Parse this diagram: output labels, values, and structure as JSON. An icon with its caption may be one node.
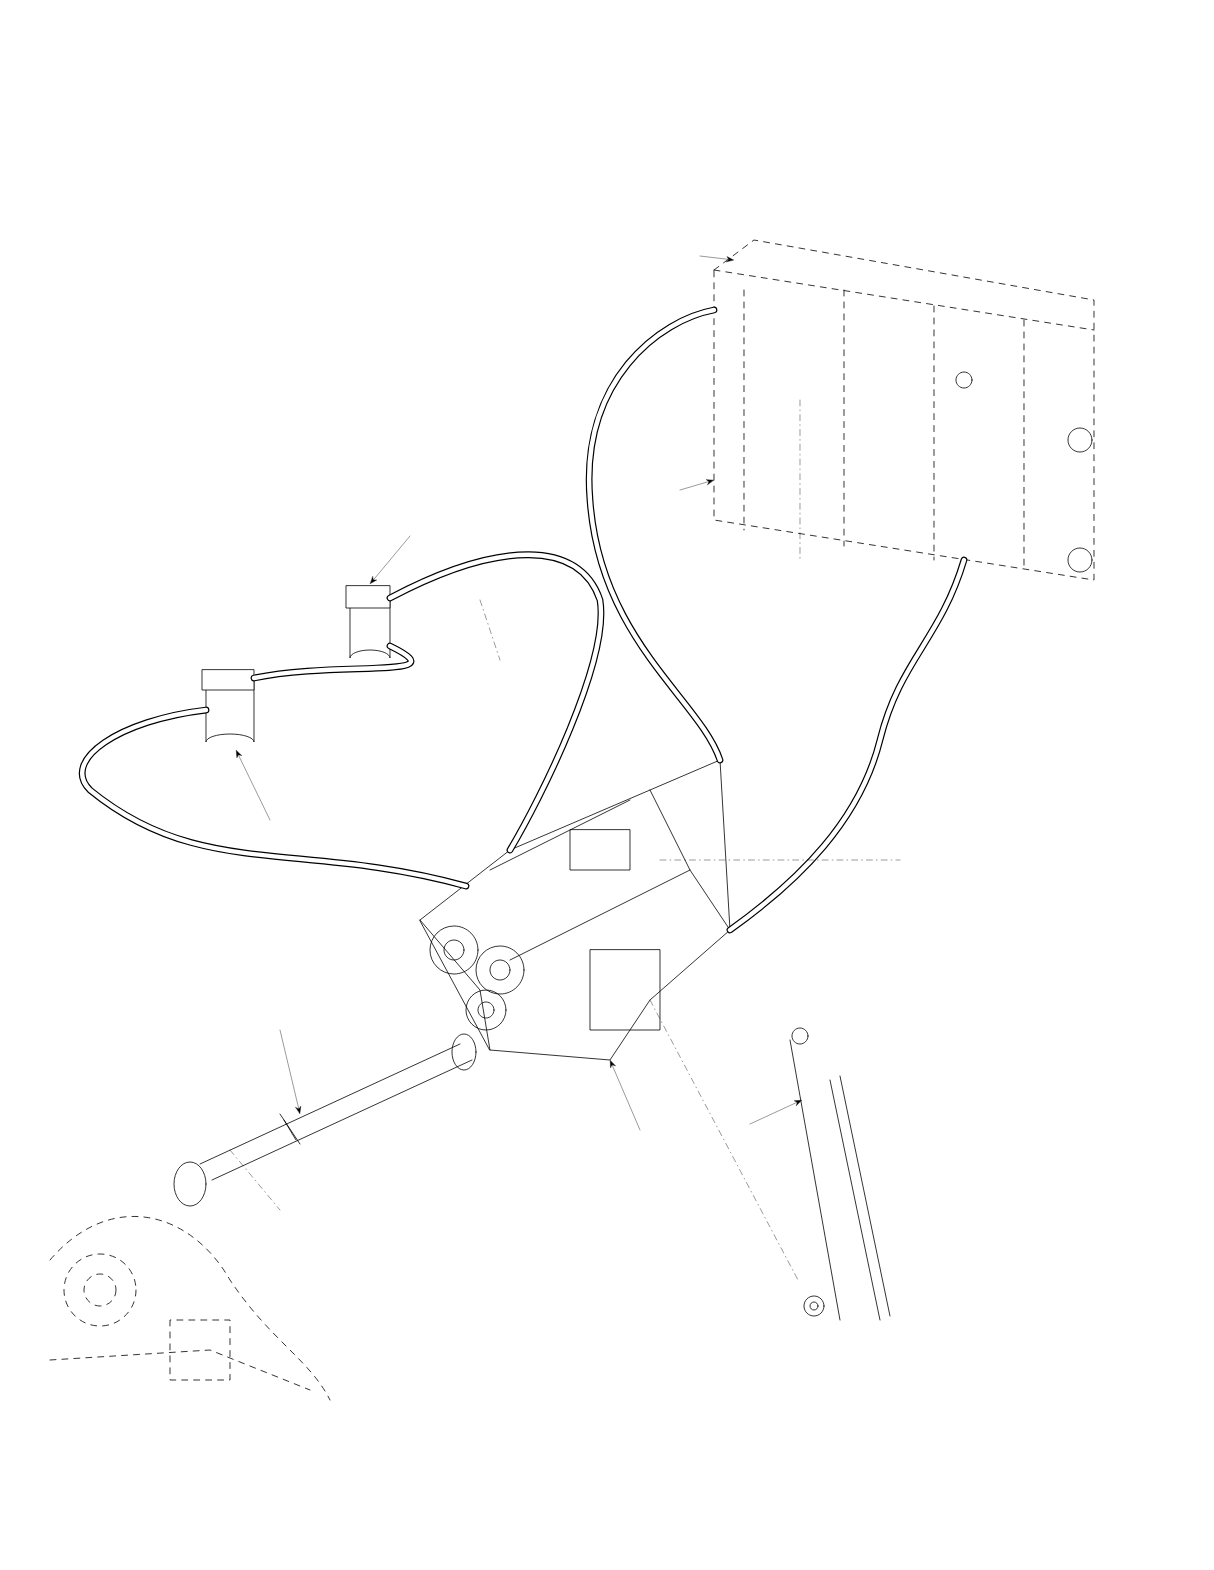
{
  "diagram": {
    "nodes": [
      {
        "text": [],
        "shape": "picture"
      },
      {
        "text": [],
        "shape": "picture"
      },
      {
        "text": [],
        "shape": "picture"
      },
      {
        "text": [],
        "shape": "picture"
      },
      {
        "text": [],
        "shape": "picture"
      },
      {
        "text": [],
        "shape": "picture"
      },
      {
        "text": [],
        "shape": "picture"
      }
    ],
    "edges": [
      {
        "from": 0,
        "to": 3,
        "arrow": "none",
        "style": "thick"
      },
      {
        "from": 0,
        "to": 3,
        "arrow": "none",
        "style": "thick"
      },
      {
        "from": 2,
        "to": 3,
        "arrow": "none",
        "style": "thick"
      },
      {
        "from": 1,
        "to": 3,
        "arrow": "none",
        "style": "thick"
      },
      {
        "from": 1,
        "to": 2,
        "arrow": "none",
        "style": "thick"
      },
      {
        "from": 3,
        "to": 6,
        "arrow": "none",
        "style": "dashed"
      },
      {
        "from": 4,
        "to": 5,
        "arrow": "none",
        "style": "dashed"
      },
      {
        "from": null,
        "to": 0,
        "arrow": "to"
      },
      {
        "from": null,
        "to": 0,
        "arrow": "to"
      },
      {
        "from": null,
        "to": 1,
        "arrow": "to"
      },
      {
        "from": null,
        "to": 2,
        "arrow": "to"
      },
      {
        "from": null,
        "to": 3,
        "arrow": "to"
      },
      {
        "from": null,
        "to": 4,
        "arrow": "to"
      },
      {
        "from": null,
        "to": 6,
        "arrow": "to"
      }
    ]
  }
}
